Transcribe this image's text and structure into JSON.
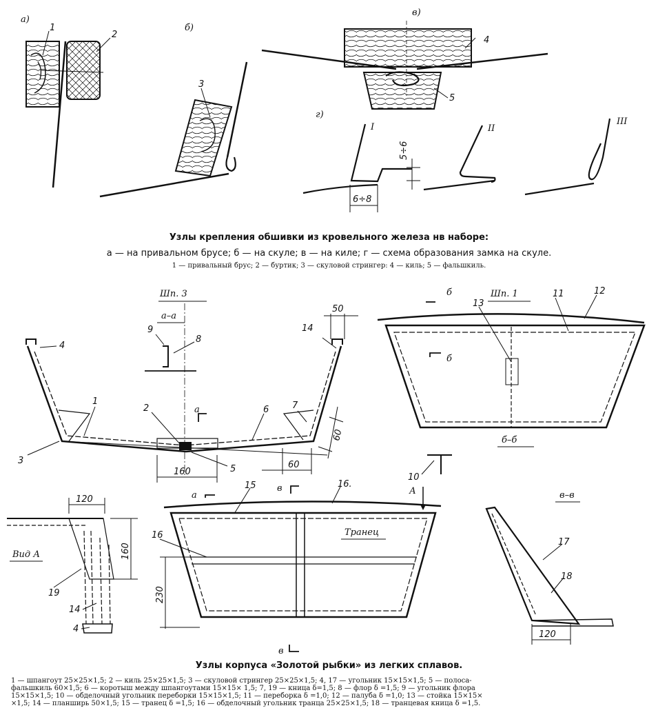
{
  "top_figure": {
    "panel_letters": [
      "а)",
      "б)",
      "в)",
      "г)"
    ],
    "part_numbers": [
      "1",
      "2",
      "3",
      "4",
      "5"
    ],
    "variants": [
      "I",
      "II",
      "III"
    ],
    "dimensions": [
      "5÷6",
      "6÷8"
    ],
    "title": "Узлы крепления обшивки из кровельного железа нв наборе:",
    "subtitle": "а — на привальном брусе; б — на скуле; в — на киле; г — схема образования замка на скуле.",
    "legend": "1 — привальный брус; 2 — буртик; 3 — скуловой стрингер: 4 — киль; 5 — фальшкиль."
  },
  "bottom_figure": {
    "section_labels": [
      "Шп. 3",
      "а–а",
      "Шп. 1",
      "б–б",
      "в–в",
      "Вид А",
      "Транец"
    ],
    "view_markers": [
      "б",
      "б",
      "а",
      "а",
      "в",
      "в",
      "А"
    ],
    "part_numbers": [
      "1",
      "2",
      "3",
      "4",
      "5",
      "6",
      "7",
      "8",
      "9",
      "10",
      "11",
      "12",
      "13",
      "14",
      "15",
      "16.",
      "16",
      "17",
      "18",
      "19",
      "14",
      "4"
    ],
    "dimensions": [
      "50",
      "60",
      "60",
      "160",
      "120",
      "160",
      "230",
      "120"
    ],
    "title": "Узлы корпуса «Золотой рыбки» из легких сплавов.",
    "legend_lines": [
      "1 — шпангоут 25×25×1,5; 2 — киль 25×25×1,5; 3 — скуловой стрингер 25×25×1,5; 4, 17 — угольник 15×15×1,5; 5 — полоса-",
      "фальшкиль 60×1,5; 6 — коротыш между шпангоутами 15×15× 1,5; 7, 19 — кница δ=1,5; 8 — флор δ =1,5; 9 — угольник флора",
      "15×15×1,5; 10 — обделочный угольник переборки 15×15×1,5; 11 — переборка δ =1,0; 12 — палуба δ =1,0; 13 — стойка 15×15×",
      "×1,5; 14 — планширь 50×1,5; 15 — транец δ =1,5; 16 — обделочный угольник транца 25×25×1,5; 18 — транцевая кница δ =1,5."
    ]
  }
}
